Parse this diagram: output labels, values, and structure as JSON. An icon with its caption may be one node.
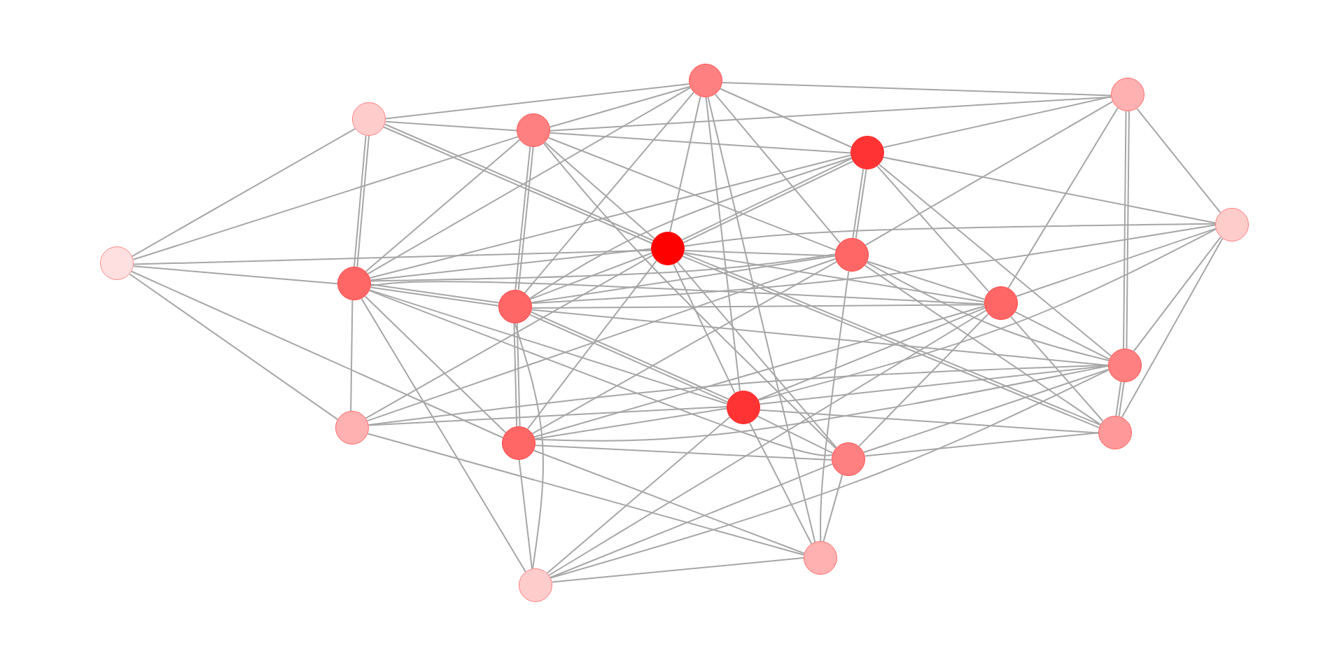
{
  "diagram": {
    "nodes": [
      {
        "text": [],
        "shape": "circle"
      },
      {
        "text": [],
        "shape": "circle"
      },
      {
        "text": [],
        "shape": "circle"
      },
      {
        "text": [],
        "shape": "circle"
      },
      {
        "text": [],
        "shape": "circle"
      },
      {
        "text": [],
        "shape": "circle"
      },
      {
        "text": [],
        "shape": "circle"
      },
      {
        "text": [],
        "shape": "circle"
      },
      {
        "text": [],
        "shape": "circle"
      },
      {
        "text": [],
        "shape": "circle"
      },
      {
        "text": [],
        "shape": "circle"
      },
      {
        "text": [],
        "shape": "circle"
      },
      {
        "text": [],
        "shape": "circle"
      },
      {
        "text": [],
        "shape": "circle"
      },
      {
        "text": [],
        "shape": "circle"
      },
      {
        "text": [],
        "shape": "circle"
      },
      {
        "text": [],
        "shape": "circle"
      },
      {
        "text": [],
        "shape": "circle"
      },
      {
        "text": [],
        "shape": "circle"
      },
      {
        "text": [],
        "shape": "circle"
      }
    ],
    "edges": [
      {
        "from": 6,
        "to": 2,
        "arrow": "none"
      },
      {
        "from": 6,
        "to": 3,
        "arrow": "none"
      },
      {
        "from": 6,
        "to": 7,
        "arrow": "none"
      },
      {
        "from": 6,
        "to": 9,
        "arrow": "none"
      },
      {
        "from": 6,
        "to": 14,
        "arrow": "none"
      },
      {
        "from": 6,
        "to": 15,
        "arrow": "none"
      },
      {
        "from": 2,
        "to": 0,
        "arrow": "none"
      },
      {
        "from": 2,
        "to": 3,
        "arrow": "none"
      },
      {
        "from": 2,
        "to": 7,
        "arrow": "none"
      },
      {
        "from": 7,
        "to": 2,
        "arrow": "none"
      },
      {
        "from": 2,
        "to": 9,
        "arrow": "none"
      },
      {
        "from": 9,
        "to": 2,
        "arrow": "none"
      },
      {
        "from": 3,
        "to": 0,
        "arrow": "none"
      },
      {
        "from": 3,
        "to": 1,
        "arrow": "none"
      },
      {
        "from": 3,
        "to": 4,
        "arrow": "none"
      },
      {
        "from": 3,
        "to": 7,
        "arrow": "none"
      },
      {
        "from": 3,
        "to": 8,
        "arrow": "none"
      },
      {
        "from": 3,
        "to": 9,
        "arrow": "none"
      },
      {
        "from": 3,
        "to": 10,
        "arrow": "none"
      },
      {
        "from": 10,
        "to": 3,
        "arrow": "none"
      },
      {
        "from": 3,
        "to": 17,
        "arrow": "none"
      },
      {
        "from": 0,
        "to": 1,
        "arrow": "none"
      },
      {
        "from": 0,
        "to": 4,
        "arrow": "none"
      },
      {
        "from": 0,
        "to": 7,
        "arrow": "none"
      },
      {
        "from": 0,
        "to": 8,
        "arrow": "none"
      },
      {
        "from": 0,
        "to": 9,
        "arrow": "none"
      },
      {
        "from": 0,
        "to": 10,
        "arrow": "none"
      },
      {
        "from": 0,
        "to": 13,
        "arrow": "none"
      },
      {
        "from": 0,
        "to": 18,
        "arrow": "none"
      },
      {
        "from": 1,
        "to": 4,
        "arrow": "none"
      },
      {
        "from": 1,
        "to": 5,
        "arrow": "none"
      },
      {
        "from": 1,
        "to": 8,
        "arrow": "none"
      },
      {
        "from": 1,
        "to": 11,
        "arrow": "none"
      },
      {
        "from": 1,
        "to": 12,
        "arrow": "none"
      },
      {
        "from": 12,
        "to": 1,
        "arrow": "none"
      },
      {
        "from": 4,
        "to": 5,
        "arrow": "none"
      },
      {
        "from": 4,
        "to": 7,
        "arrow": "none"
      },
      {
        "from": 7,
        "to": 4,
        "arrow": "none"
      },
      {
        "from": 4,
        "to": 8,
        "arrow": "none"
      },
      {
        "from": 8,
        "to": 4,
        "arrow": "none"
      },
      {
        "from": 4,
        "to": 9,
        "arrow": "none"
      },
      {
        "from": 4,
        "to": 10,
        "arrow": "none"
      },
      {
        "from": 4,
        "to": 11,
        "arrow": "none"
      },
      {
        "from": 4,
        "to": 12,
        "arrow": "none"
      },
      {
        "from": 5,
        "to": 7,
        "arrow": "none"
      },
      {
        "from": 5,
        "to": 10,
        "arrow": "none"
      },
      {
        "from": 5,
        "to": 11,
        "arrow": "none"
      },
      {
        "from": 5,
        "to": 12,
        "arrow": "none"
      },
      {
        "from": 5,
        "to": 13,
        "arrow": "none"
      },
      {
        "from": 5,
        "to": 16,
        "arrow": "none"
      },
      {
        "from": 7,
        "to": 8,
        "arrow": "none"
      },
      {
        "from": 7,
        "to": 9,
        "arrow": "none"
      },
      {
        "from": 7,
        "to": 10,
        "arrow": "none"
      },
      {
        "from": 7,
        "to": 11,
        "arrow": "none"
      },
      {
        "from": 7,
        "to": 13,
        "arrow": "none"
      },
      {
        "from": 7,
        "to": 15,
        "arrow": "none"
      },
      {
        "from": 7,
        "to": 16,
        "arrow": "none"
      },
      {
        "from": 16,
        "to": 7,
        "arrow": "none"
      },
      {
        "from": 7,
        "to": 17,
        "arrow": "none"
      },
      {
        "from": 7,
        "to": 14,
        "arrow": "none"
      },
      {
        "from": 8,
        "to": 9,
        "arrow": "none"
      },
      {
        "from": 8,
        "to": 10,
        "arrow": "none"
      },
      {
        "from": 8,
        "to": 11,
        "arrow": "none"
      },
      {
        "from": 8,
        "to": 12,
        "arrow": "none"
      },
      {
        "from": 8,
        "to": 14,
        "arrow": "none"
      },
      {
        "from": 8,
        "to": 15,
        "arrow": "none"
      },
      {
        "from": 8,
        "to": 18,
        "arrow": "none"
      },
      {
        "from": 8,
        "to": 16,
        "arrow": "none"
      },
      {
        "from": 9,
        "to": 10,
        "arrow": "none"
      },
      {
        "from": 10,
        "to": 9,
        "arrow": "none"
      },
      {
        "from": 9,
        "to": 11,
        "arrow": "none"
      },
      {
        "from": 9,
        "to": 13,
        "arrow": "none"
      },
      {
        "from": 9,
        "to": 14,
        "arrow": "none"
      },
      {
        "from": 9,
        "to": 15,
        "arrow": "none"
      },
      {
        "from": 9,
        "to": 17,
        "arrow": "none"
      },
      {
        "from": 9,
        "to": 19,
        "arrow": "none"
      },
      {
        "from": 10,
        "to": 11,
        "arrow": "none"
      },
      {
        "from": 10,
        "to": 13,
        "arrow": "none"
      },
      {
        "from": 13,
        "to": 10,
        "arrow": "none"
      },
      {
        "from": 10,
        "to": 15,
        "arrow": "none"
      },
      {
        "from": 15,
        "to": 10,
        "arrow": "none"
      },
      {
        "from": 10,
        "to": 19,
        "arrow": "none"
      },
      {
        "from": 10,
        "to": 12,
        "arrow": "none"
      },
      {
        "from": 11,
        "to": 12,
        "arrow": "none"
      },
      {
        "from": 11,
        "to": 13,
        "arrow": "none"
      },
      {
        "from": 11,
        "to": 15,
        "arrow": "none"
      },
      {
        "from": 11,
        "to": 16,
        "arrow": "none"
      },
      {
        "from": 11,
        "to": 17,
        "arrow": "none"
      },
      {
        "from": 11,
        "to": 19,
        "arrow": "none"
      },
      {
        "from": 12,
        "to": 13,
        "arrow": "none"
      },
      {
        "from": 12,
        "to": 14,
        "arrow": "none"
      },
      {
        "from": 12,
        "to": 15,
        "arrow": "none"
      },
      {
        "from": 12,
        "to": 16,
        "arrow": "none"
      },
      {
        "from": 16,
        "to": 12,
        "arrow": "none"
      },
      {
        "from": 12,
        "to": 17,
        "arrow": "none"
      },
      {
        "from": 12,
        "to": 19,
        "arrow": "none"
      },
      {
        "from": 13,
        "to": 14,
        "arrow": "none"
      },
      {
        "from": 13,
        "to": 15,
        "arrow": "none"
      },
      {
        "from": 13,
        "to": 16,
        "arrow": "none"
      },
      {
        "from": 13,
        "to": 17,
        "arrow": "none"
      },
      {
        "from": 13,
        "to": 18,
        "arrow": "none"
      },
      {
        "from": 13,
        "to": 19,
        "arrow": "none"
      },
      {
        "from": 14,
        "to": 18,
        "arrow": "none"
      },
      {
        "from": 15,
        "to": 17,
        "arrow": "none"
      },
      {
        "from": 15,
        "to": 18,
        "arrow": "none"
      },
      {
        "from": 15,
        "to": 19,
        "arrow": "none"
      },
      {
        "from": 16,
        "to": 17,
        "arrow": "none"
      },
      {
        "from": 17,
        "to": 18,
        "arrow": "none"
      },
      {
        "from": 17,
        "to": 19,
        "arrow": "none"
      },
      {
        "from": 18,
        "to": 19,
        "arrow": "none"
      }
    ]
  }
}
